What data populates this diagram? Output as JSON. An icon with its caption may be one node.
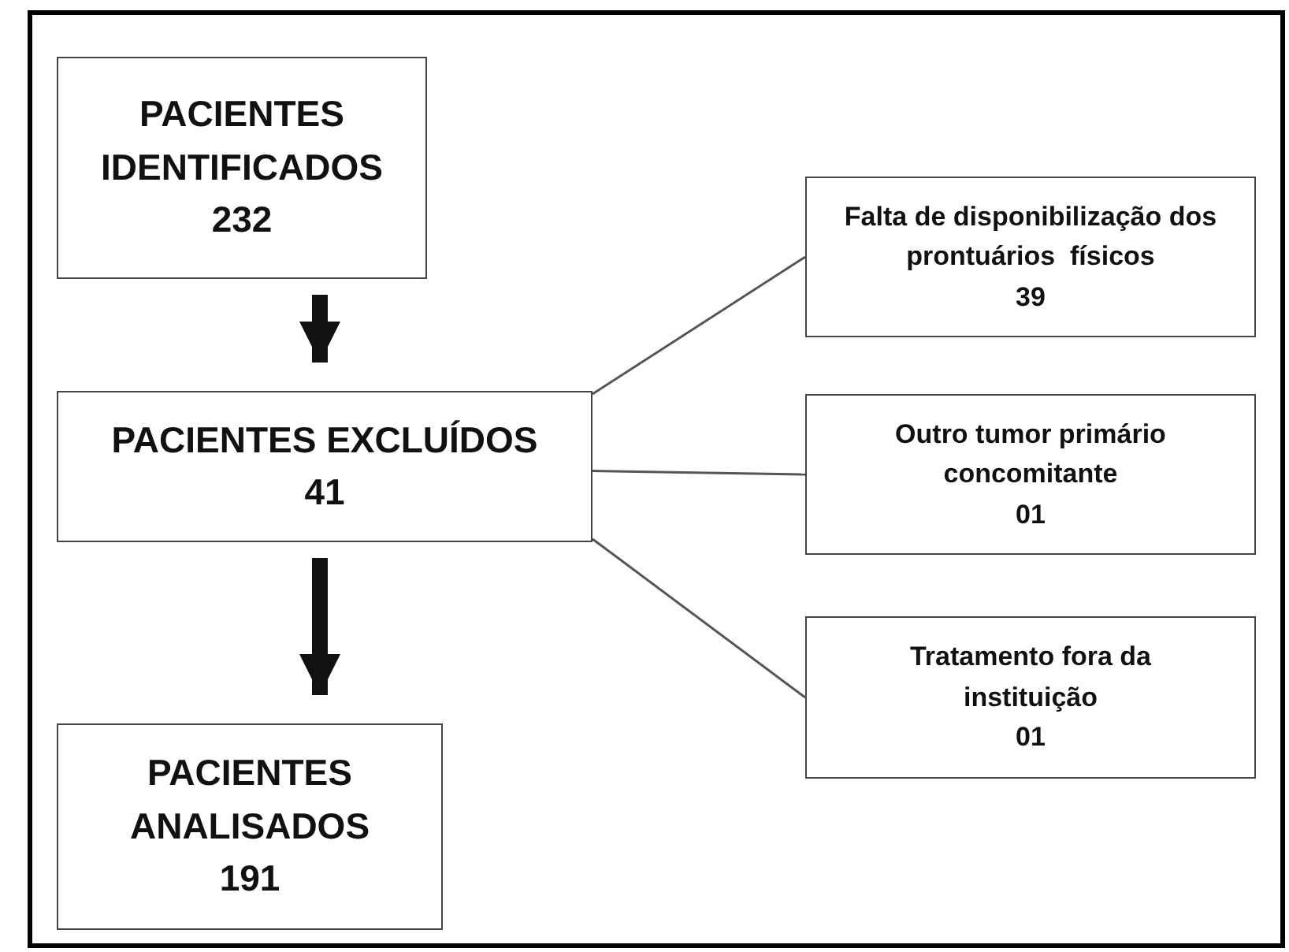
{
  "diagram": {
    "nodes": [
      {
        "text": [
          "PACIENTES IDENTIFICADOS",
          "232"
        ]
      },
      {
        "text": [
          "PACIENTES EXCLUÍDOS",
          "41"
        ]
      },
      {
        "text": [
          "PACIENTES ANALISADOS",
          "191"
        ]
      },
      {
        "text": [
          "Falta de disponibilização dos prontuários  físicos",
          "39"
        ]
      },
      {
        "text": [
          "Outro tumor primário concomitante",
          "01"
        ]
      },
      {
        "text": [
          "Tratamento fora da instituição",
          "01"
        ]
      }
    ],
    "edges": [
      {
        "from": 0,
        "to": 1,
        "arrow": "to",
        "style": "thick"
      },
      {
        "from": 1,
        "to": 2,
        "arrow": "to",
        "style": "thick"
      },
      {
        "from": 1,
        "to": 3,
        "arrow": "none"
      },
      {
        "from": 1,
        "to": 4,
        "arrow": "none"
      },
      {
        "from": 1,
        "to": 5,
        "arrow": "none"
      }
    ]
  }
}
